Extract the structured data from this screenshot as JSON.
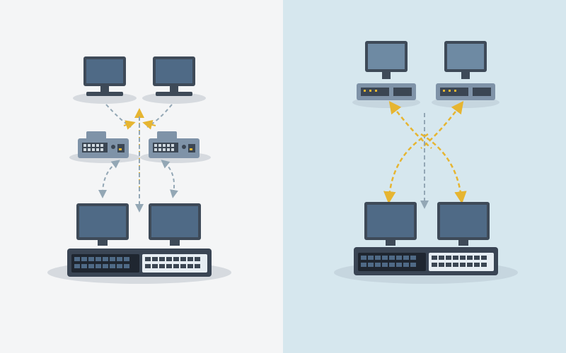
{
  "colors": {
    "left_background": "#f4f5f6",
    "right_background": "#d6e7ee",
    "monitor_frame": "#3e4a58",
    "monitor_screen_left": "#4f6a86",
    "monitor_screen_right": "#6e8aa3",
    "device_body": "#7f93a8",
    "device_dark": "#3b4653",
    "switch_body": "#3a4554",
    "port_dark": "#1f2630",
    "port_light": "#e6edf3",
    "link_gray": "#93a7b5",
    "link_yellow": "#e6b531",
    "shadow": "#d6dadf"
  },
  "panels": [
    {
      "id": "left",
      "monitors": 4,
      "devices": 2,
      "switches": 1,
      "links": {
        "gray_dashed": 6,
        "yellow_dashed": 3
      }
    },
    {
      "id": "right",
      "monitors": 4,
      "devices": 2,
      "switches": 1,
      "links": {
        "gray_dashed": 1,
        "yellow_dashed": 4
      }
    }
  ],
  "icons": [
    "desktop-monitor-icon",
    "router-device-icon",
    "network-switch-icon",
    "dashed-arrow-icon"
  ]
}
